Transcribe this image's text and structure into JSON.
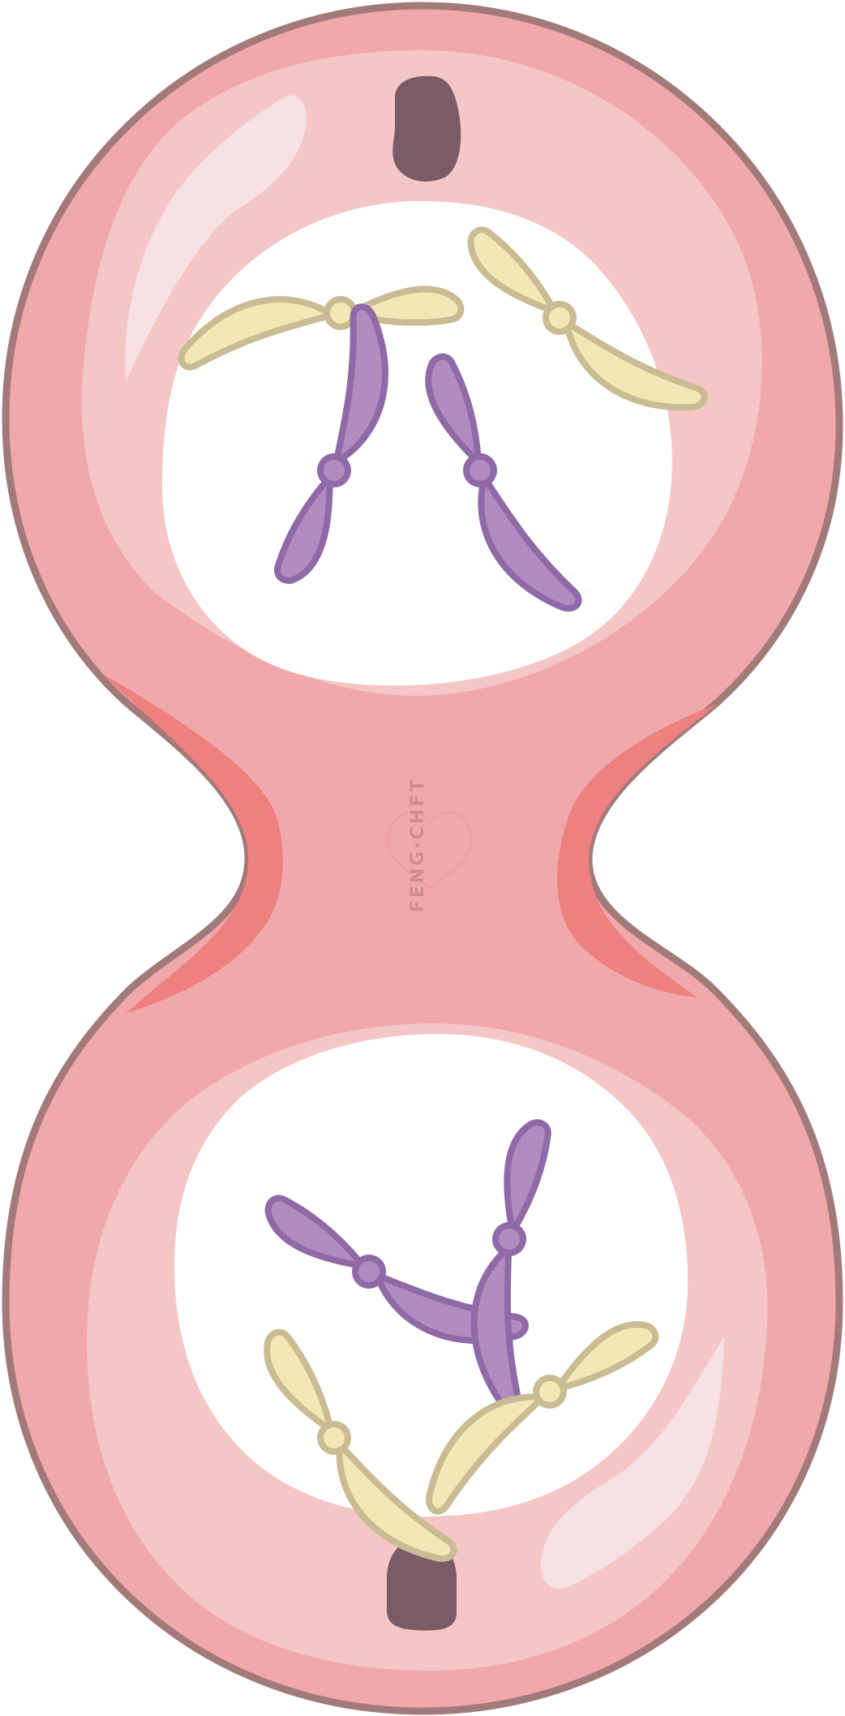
{
  "diagram": {
    "subject": "dividing-cell",
    "watermark": {
      "text": "FENG·CHFT"
    },
    "colors": {
      "membrane_outline": "#a37a7a",
      "cytoplasm": "#f0a8ab",
      "cytoplasm_light": "#f5c6c6",
      "highlight": "#f7e1e2",
      "furrow": "#ee8080",
      "nucleus_space": "#ffffff",
      "centrosome": "#7a5b66",
      "chromosome_yellow_fill": "#f5e6b6",
      "chromosome_yellow_outline": "#c9bc92",
      "chromosome_purple_fill": "#b08cc0",
      "chromosome_purple_outline": "#8f6aa6"
    },
    "daughter_cells": [
      {
        "name": "top",
        "chromosomes": {
          "yellow": 2,
          "purple": 2
        },
        "centrosomes": 1
      },
      {
        "name": "bottom",
        "chromosomes": {
          "yellow": 2,
          "purple": 2
        },
        "centrosomes": 1
      }
    ]
  }
}
